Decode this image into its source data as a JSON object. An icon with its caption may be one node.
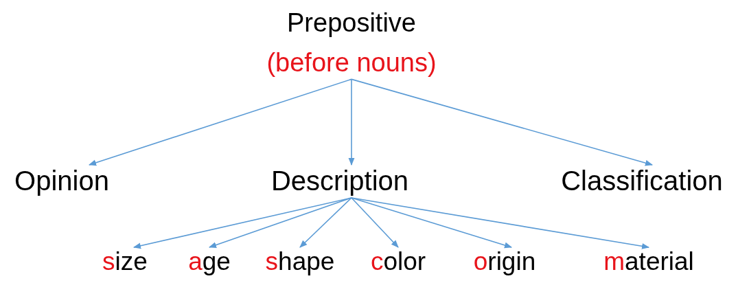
{
  "diagram": {
    "nodes": [
      {
        "text": [
          "Prepositive",
          "(before nouns)"
        ]
      },
      {
        "text": [
          "Opinion"
        ]
      },
      {
        "text": [
          "Description"
        ]
      },
      {
        "text": [
          "Classification"
        ]
      },
      {
        "text": [
          "size"
        ]
      },
      {
        "text": [
          "age"
        ]
      },
      {
        "text": [
          "shape"
        ]
      },
      {
        "text": [
          "color"
        ]
      },
      {
        "text": [
          "origin"
        ]
      },
      {
        "text": [
          "material"
        ]
      }
    ],
    "edges": [
      {
        "from": 0,
        "to": 1,
        "arrow": "to"
      },
      {
        "from": 0,
        "to": 2,
        "arrow": "to"
      },
      {
        "from": 0,
        "to": 3,
        "arrow": "to"
      },
      {
        "from": 2,
        "to": 4,
        "arrow": "to"
      },
      {
        "from": 2,
        "to": 5,
        "arrow": "to"
      },
      {
        "from": 2,
        "to": 6,
        "arrow": "to"
      },
      {
        "from": 2,
        "to": 7,
        "arrow": "to"
      },
      {
        "from": 2,
        "to": 8,
        "arrow": "to"
      },
      {
        "from": 2,
        "to": 9,
        "arrow": "to"
      }
    ]
  }
}
